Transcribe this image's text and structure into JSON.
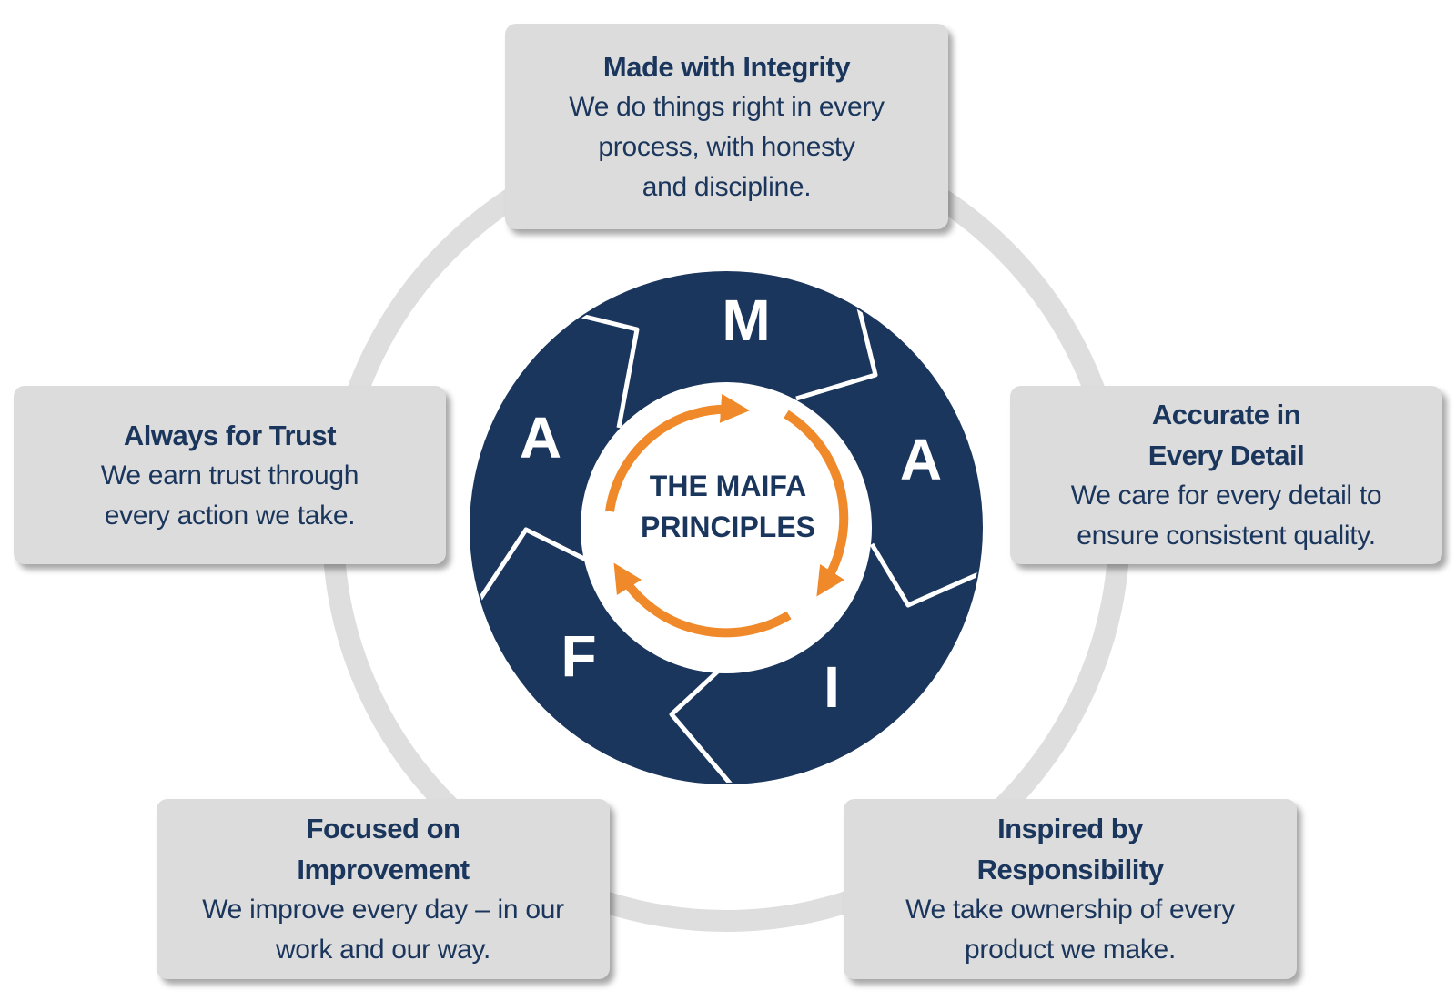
{
  "center": {
    "title_line1": "THE MAIFA",
    "title_line2": "PRINCIPLES"
  },
  "segment_letters": {
    "m": "M",
    "a_right": "A",
    "i": "I",
    "f": "F",
    "a_left": "A"
  },
  "principles": {
    "integrity": {
      "title": "Made with Integrity",
      "text": "We do things right in every\nprocess, with honesty\nand discipline."
    },
    "accurate": {
      "title": "Accurate in\nEvery Detail",
      "text": "We care for every detail to\nensure consistent quality."
    },
    "responsibility": {
      "title": "Inspired by\nResponsibility",
      "text": "We take ownership of every\nproduct we make."
    },
    "improvement": {
      "title": "Focused on\nImprovement",
      "text": "We improve every day – in our\nwork and our way."
    },
    "trust": {
      "title": "Always for Trust",
      "text": "We earn trust through\nevery action we take."
    }
  },
  "colors": {
    "navy": "#1b365d",
    "orange": "#f0892a",
    "card_gray": "#dcdcdc",
    "ring_gray": "#dedede"
  }
}
